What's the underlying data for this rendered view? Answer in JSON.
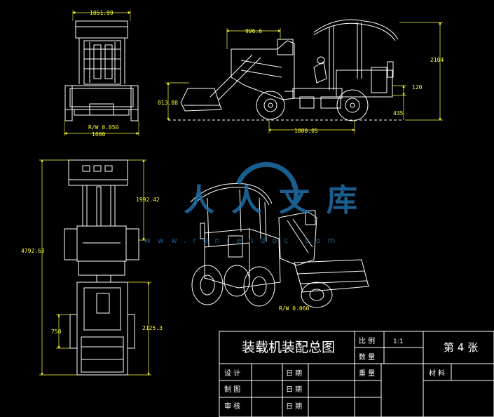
{
  "dimensions": {
    "top_width": "1051.99",
    "front_width": "1600",
    "front_scale": "R/W 0.050",
    "side_arm": "996.6",
    "side_height": "2104",
    "side_bucket_height": "813.88",
    "side_step": "120",
    "side_ground": "435",
    "side_wheelbase": "1800.05",
    "plan_total": "4792.63",
    "plan_front": "1992.42",
    "plan_rear": "2125.3",
    "plan_small": "750",
    "iso_scale": "R/W 0.060"
  },
  "title_block": {
    "title": "装载机装配总图",
    "scale_label": "比 例",
    "scale_value": "1:1",
    "quantity_label": "数 量",
    "weight_label": "重 量",
    "sheet": "第 4 张",
    "material_label": "材 料",
    "design_label": "设 计",
    "draw_label": "制 图",
    "review_label": "审 核",
    "date_label_1": "日 期",
    "date_label_2": "日 期",
    "date_label_3": "日 期"
  },
  "watermark": {
    "brand": "人人文库",
    "url": "www.renrendoc.com"
  },
  "colors": {
    "background": "#000000",
    "lines": "#ffffff",
    "dimensions": "#ffff33",
    "watermark": "#1f6fa8"
  }
}
